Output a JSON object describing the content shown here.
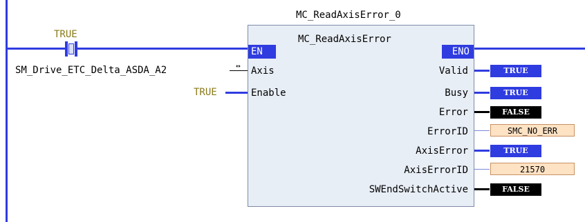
{
  "instance_name": "MC_ReadAxisError_0",
  "block_type": "MC_ReadAxisError",
  "contact_value": "TRUE",
  "inputs": {
    "en": "EN",
    "axis": "Axis",
    "axis_var": "SM_Drive_ETC_Delta_ASDA_A2",
    "enable": "Enable",
    "enable_value": "TRUE"
  },
  "outputs": {
    "eno": "ENO",
    "valid": {
      "label": "Valid",
      "value": "TRUE"
    },
    "busy": {
      "label": "Busy",
      "value": "TRUE"
    },
    "error": {
      "label": "Error",
      "value": "FALSE"
    },
    "error_id": {
      "label": "ErrorID",
      "value": "SMC_NO_ERR"
    },
    "axis_error": {
      "label": "AxisError",
      "value": "TRUE"
    },
    "axis_error_id": {
      "label": "AxisErrorID",
      "value": "21570"
    },
    "sw_end_switch_active": {
      "label": "SWEndSwitchActive",
      "value": "FALSE"
    }
  },
  "colors": {
    "wire": "#2f3ce0",
    "true_badge": "#2f3ce0",
    "false_badge": "#000000",
    "value_box": "#fde2c4",
    "block_bg": "#e8eef6"
  }
}
